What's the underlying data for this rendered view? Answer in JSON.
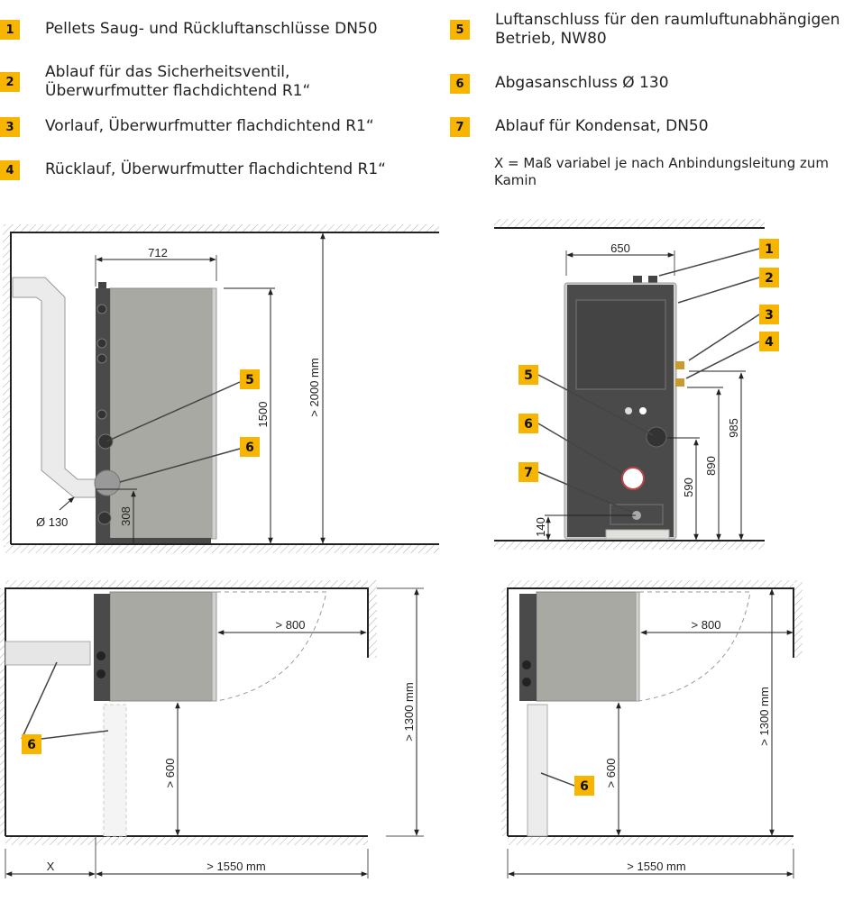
{
  "legend": [
    {
      "num": "1",
      "text": "Pellets Saug- und Rückluftanschlüsse DN50"
    },
    {
      "num": "2",
      "text": "Ablauf für das Sicherheitsventil, Überwurfmutter flachdichtend R1“"
    },
    {
      "num": "3",
      "text": "Vorlauf, Überwurfmutter flachdichtend R1“"
    },
    {
      "num": "4",
      "text": "Rücklauf, Überwurfmutter flachdichtend R1“"
    },
    {
      "num": "5",
      "text": "Luftanschluss für den raumluftunabhängigen Betrieb, NW80"
    },
    {
      "num": "6",
      "text": "Abgasanschluss Ø 130"
    },
    {
      "num": "7",
      "text": "Ablauf für Kondensat, DN50"
    }
  ],
  "note": "X = Maß variabel je nach Anbindungsleitung zum Kamin",
  "side_view": {
    "width": "712",
    "height": "1500",
    "room_height": "> 2000 mm",
    "flue_height": "308",
    "flue_diameter": "Ø 130",
    "callouts": [
      "5",
      "6"
    ]
  },
  "front_view": {
    "width": "650",
    "d590": "590",
    "d890": "890",
    "d985": "985",
    "d140": "140",
    "callouts": [
      "1",
      "2",
      "3",
      "4",
      "5",
      "6",
      "7"
    ]
  },
  "plan_left": {
    "door": "> 800",
    "front": "> 600",
    "depth": "> 1300 mm",
    "x": "X",
    "length": "> 1550 mm",
    "callout": "6"
  },
  "plan_right": {
    "door": "> 800",
    "front": "> 600",
    "depth": "> 1300 mm",
    "length": "> 1550 mm",
    "callout": "6"
  },
  "colors": {
    "badge": "#f7b500",
    "boiler_body": "#a9a9a4",
    "boiler_dark": "#4a4a4a"
  }
}
